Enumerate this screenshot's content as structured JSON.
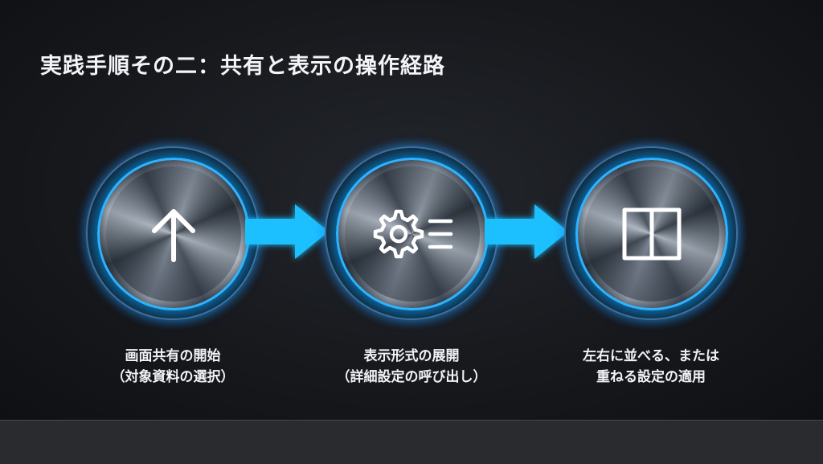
{
  "slide": {
    "title": "実践手順その二：共有と表示の操作経路"
  },
  "steps": [
    {
      "icon": "upload-arrow-icon",
      "caption_line1": "画面共有の開始",
      "caption_line2": "（対象資料の選択）"
    },
    {
      "icon": "gear-with-list-icon",
      "caption_line1": "表示形式の展開",
      "caption_line2": "（詳細設定の呼び出し）"
    },
    {
      "icon": "split-layout-icon",
      "caption_line1": "左右に並べる、または",
      "caption_line2": "重ねる設定の適用"
    }
  ],
  "colors": {
    "accent": "#29b6ff",
    "arrow": "#1fc0ff",
    "background": "#17191d",
    "text": "#f0f2f5"
  }
}
